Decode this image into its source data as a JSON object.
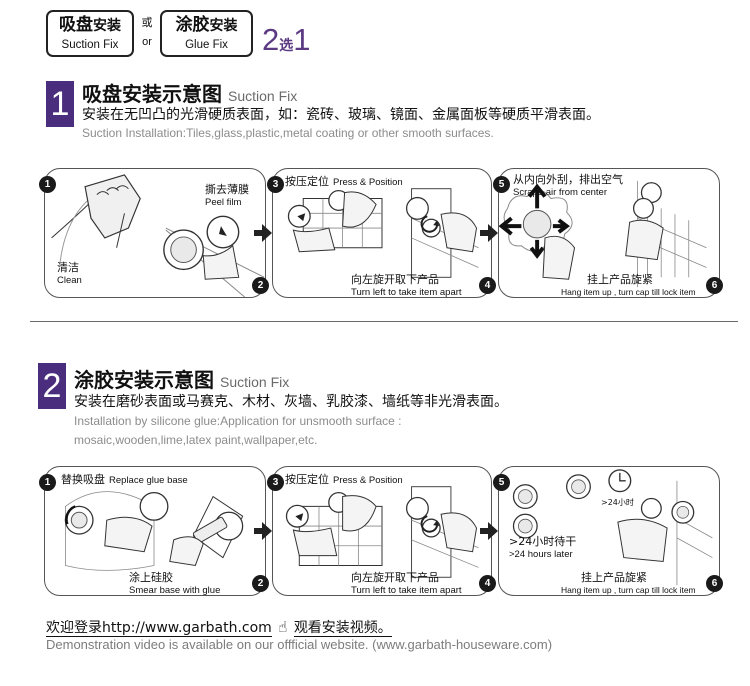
{
  "header": {
    "option_a": {
      "cn_main": "吸盘",
      "cn_sub": "安装",
      "en": "Suction Fix"
    },
    "or_cn": "或",
    "or_en": "or",
    "option_b": {
      "cn_main": "涂胶",
      "cn_sub": "安装",
      "en": "Glue Fix"
    },
    "choose": {
      "pre": "2",
      "mid": "选",
      "post": "1"
    },
    "accent_color": "#4a2e7d"
  },
  "section1": {
    "number": "1",
    "title_cn": "吸盘安装示意图",
    "title_en": "Suction Fix",
    "desc_cn": "安装在无凹凸的光滑硬质表面，如：瓷砖、玻璃、镜面、金属面板等硬质平滑表面。",
    "desc_en": "Suction Installation:Tiles,glass,plastic,metal coating or other smooth surfaces.",
    "panels": [
      {
        "steps": [
          {
            "num": "1",
            "cn": "清洁",
            "en": "Clean"
          },
          {
            "num": "2",
            "cn": "撕去薄膜",
            "en": "Peel film"
          }
        ]
      },
      {
        "steps": [
          {
            "num": "3",
            "cn": "按压定位",
            "en": "Press & Position"
          },
          {
            "num": "4",
            "cn": "向左旋开取下产品",
            "en": "Turn left to take item apart"
          }
        ]
      },
      {
        "steps": [
          {
            "num": "5",
            "cn": "从内向外刮，排出空气",
            "en": "Scrape air from center"
          },
          {
            "num": "6",
            "cn": "挂上产品旋紧",
            "en": "Hang item up , turn cap till lock item"
          }
        ]
      }
    ]
  },
  "section2": {
    "number": "2",
    "title_cn": "涂胶安装示意图",
    "title_en": "Suction Fix",
    "desc_cn": "安装在磨砂表面或马赛克、木材、灰墙、乳胶漆、墙纸等非光滑表面。",
    "desc_en_1": "Installation by silicone glue:Application for unsmooth surface :",
    "desc_en_2": "mosaic,wooden,lime,latex paint,wallpaper,etc.",
    "panels": [
      {
        "steps": [
          {
            "num": "1",
            "cn": "替换吸盘",
            "en": "Replace glue base"
          },
          {
            "num": "2",
            "cn": "涂上硅胶",
            "en": "Smear base with glue"
          }
        ]
      },
      {
        "steps": [
          {
            "num": "3",
            "cn": "按压定位",
            "en": "Press & Position"
          },
          {
            "num": "4",
            "cn": "向左旋开取下产品",
            "en": "Turn left to take item apart"
          }
        ]
      },
      {
        "steps": [
          {
            "num": "5",
            "cn": ">24小时待干",
            "en": ">24 hours later",
            "clock_label": ">24小时"
          },
          {
            "num": "6",
            "cn": "挂上产品旋紧",
            "en": "Hang item up , turn cap till lock item"
          }
        ]
      }
    ]
  },
  "footer": {
    "line1_pre": "欢迎登录",
    "url": "http://www.garbath.com",
    "line1_post": "观看安装视频。",
    "line2": "Demonstration video is available on our offficial website.  (www.garbath-houseware.com)"
  }
}
